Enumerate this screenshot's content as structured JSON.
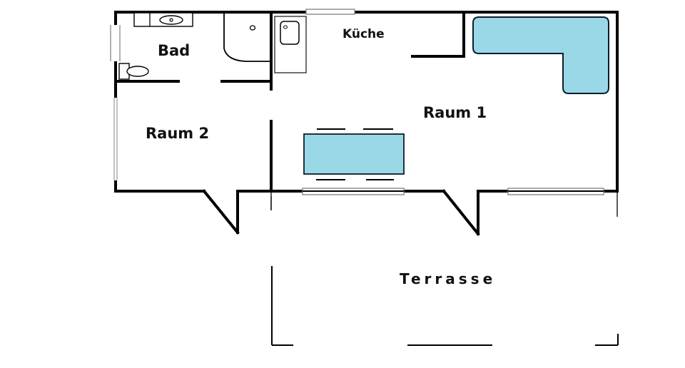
{
  "floor_plan": {
    "rooms": [
      {
        "id": "bad",
        "label": "Bad"
      },
      {
        "id": "kueche",
        "label": "Küche"
      },
      {
        "id": "raum1",
        "label": "Raum 1"
      },
      {
        "id": "raum2",
        "label": "Raum 2"
      },
      {
        "id": "terrasse",
        "label": "Terrasse"
      }
    ],
    "fixtures": [
      "washbasin-icon",
      "shower-icon",
      "toilet-icon",
      "kitchen-sink-icon",
      "corner-sofa-icon",
      "dining-table-icon"
    ],
    "colors": {
      "wall": "#000000",
      "furniture_fill": "#9ad8e8",
      "furniture_stroke": "#0d1e28",
      "window_frame": "#888888",
      "background": "#ffffff"
    }
  }
}
